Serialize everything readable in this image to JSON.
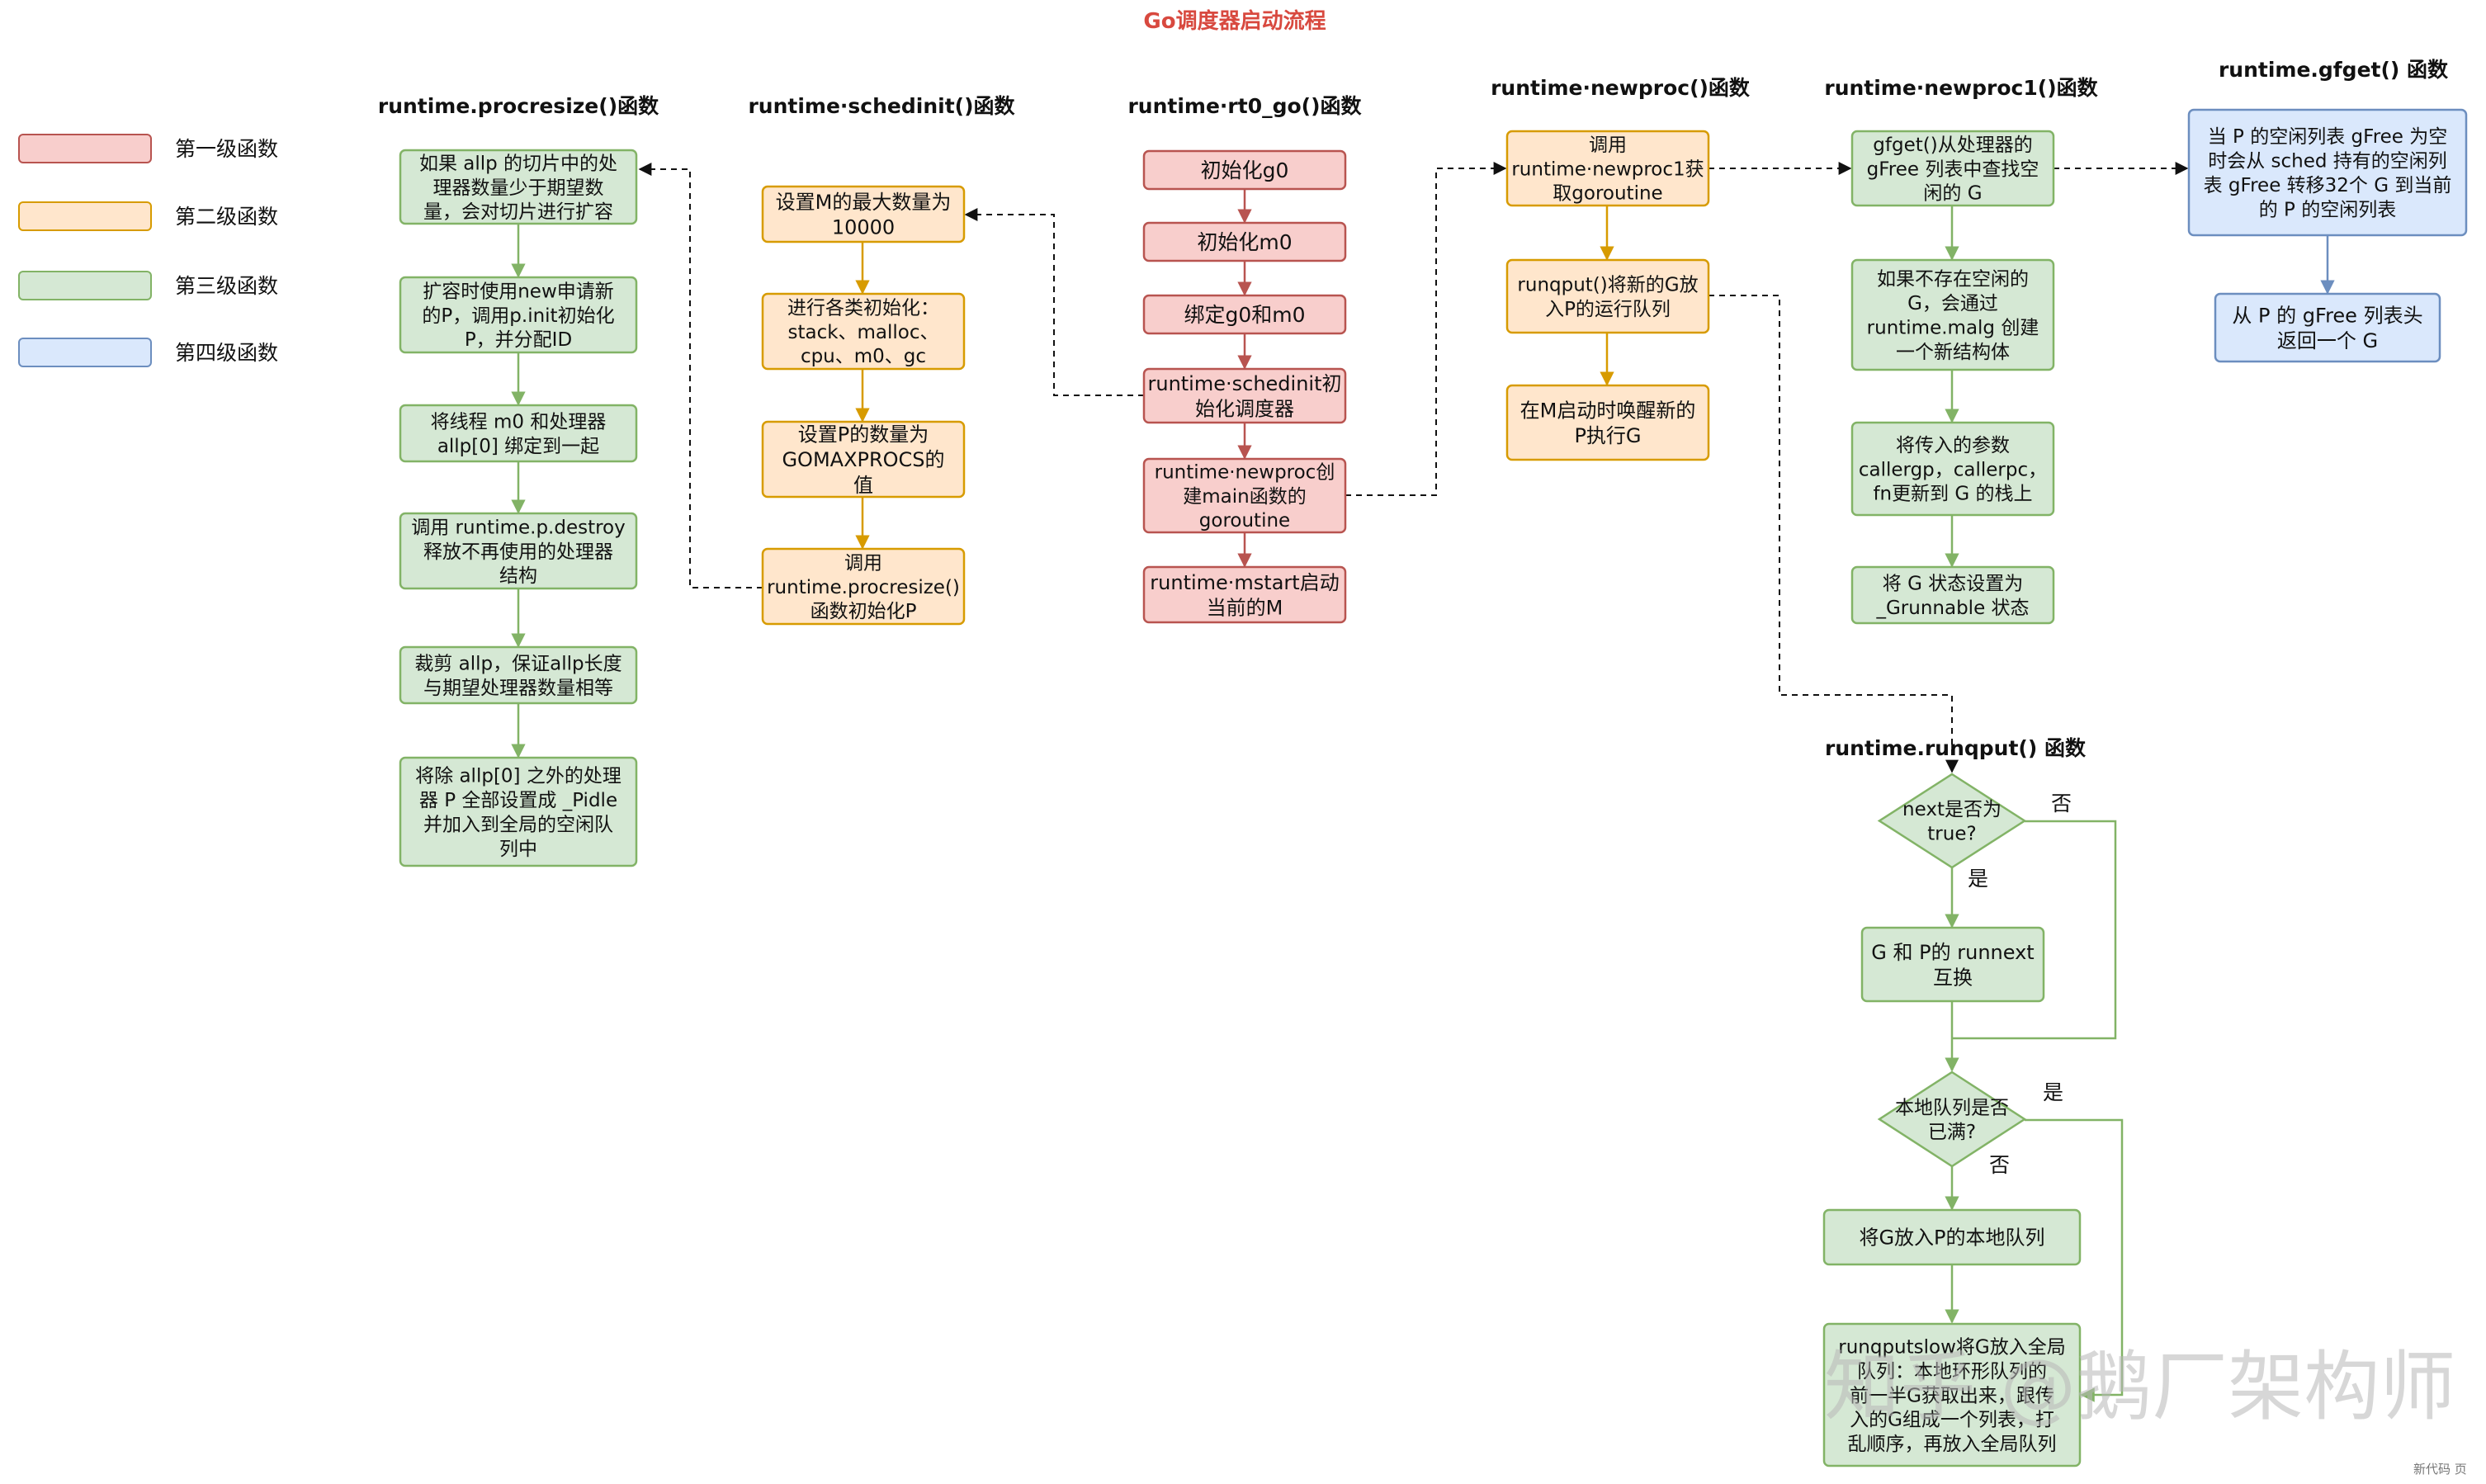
{
  "title": "Go调度器启动流程",
  "colors": {
    "level1_fill": "#f8cecc",
    "level1_stroke": "#b85450",
    "level2_fill": "#ffe6cc",
    "level2_stroke": "#d79b00",
    "level3_fill": "#d5e8d4",
    "level3_stroke": "#82b366",
    "level4_fill": "#dae8fc",
    "level4_stroke": "#6c8ebf",
    "title_color": "#d8493f"
  },
  "legend": [
    {
      "label": "第一级函数",
      "level": "level1"
    },
    {
      "label": "第二级函数",
      "level": "level2"
    },
    {
      "label": "第三级函数",
      "level": "level3"
    },
    {
      "label": "第四级函数",
      "level": "level4"
    }
  ],
  "columns": {
    "procresize": "runtime.procresize()函数",
    "schedinit": "runtime·schedinit()函数",
    "rt0_go": "runtime·rt0_go()函数",
    "newproc": "runtime·newproc()函数",
    "newproc1": "runtime·newproc1()函数",
    "gfget": "runtime.gfget() 函数",
    "runqput": "runtime.runqput() 函数"
  },
  "nodes": {
    "rt0_1": [
      "初始化g0"
    ],
    "rt0_2": [
      "初始化m0"
    ],
    "rt0_3": [
      "绑定g0和m0"
    ],
    "rt0_4": [
      "runtime·schedinit初",
      "始化调度器"
    ],
    "rt0_5": [
      "runtime·newproc创",
      "建main函数的",
      "goroutine"
    ],
    "rt0_6": [
      "runtime·mstart启动",
      "当前的M"
    ],
    "sch_1": [
      "设置M的最大数量为",
      "10000"
    ],
    "sch_2": [
      "进行各类初始化：",
      "stack、malloc、",
      "cpu、m0、gc"
    ],
    "sch_3": [
      "设置P的数量为",
      "GOMAXPROCS的",
      "值"
    ],
    "sch_4": [
      "调用",
      "runtime.procresize()",
      "函数初始化P"
    ],
    "pro_1": [
      "如果 allp 的切片中的处",
      "理器数量少于期望数",
      "量，会对切片进行扩容"
    ],
    "pro_2": [
      "扩容时使用new申请新",
      "的P，调用p.init初始化",
      "P，并分配ID"
    ],
    "pro_3": [
      "将线程 m0 和处理器",
      "allp[0] 绑定到一起"
    ],
    "pro_4": [
      "调用 runtime.p.destroy",
      "释放不再使用的处理器",
      "结构"
    ],
    "pro_5": [
      "裁剪 allp，保证allp长度",
      "与期望处理器数量相等"
    ],
    "pro_6": [
      "将除 allp[0] 之外的处理",
      "器 P 全部设置成 _Pidle",
      "并加入到全局的空闲队",
      "列中"
    ],
    "np_1": [
      "调用",
      "runtime·newproc1获",
      "取goroutine"
    ],
    "np_2": [
      "runqput()将新的G放",
      "入P的运行队列"
    ],
    "np_3": [
      "在M启动时唤醒新的",
      "P执行G"
    ],
    "np1_1": [
      "gfget()从处理器的",
      "gFree 列表中查找空",
      "闲的 G"
    ],
    "np1_2": [
      "如果不存在空闲的",
      "G，会通过",
      "runtime.malg 创建",
      "一个新结构体"
    ],
    "np1_3": [
      "将传入的参数",
      "callergp，callerpc，",
      "fn更新到 G 的栈上"
    ],
    "np1_4": [
      "将 G 状态设置为",
      "_Grunnable 状态"
    ],
    "gf_1": [
      "当 P 的空闲列表 gFree 为空",
      "时会从 sched 持有的空闲列",
      "表 gFree 转移32个 G 到当前",
      "的 P 的空闲列表"
    ],
    "gf_2": [
      "从 P 的 gFree 列表头",
      "返回一个 G"
    ],
    "rq_d1": [
      "next是否为",
      "true?"
    ],
    "rq_1": [
      "G 和 P的 runnext",
      "互换"
    ],
    "rq_d2": [
      "本地队列是否",
      "已满?"
    ],
    "rq_2": [
      "将G放入P的本地队列"
    ],
    "rq_3": [
      "runqputslow将G放入全局",
      "队列：本地环形队列的",
      "前一半G获取出来，跟传",
      "入的G组成一个列表，打",
      "乱顺序，再放入全局队列"
    ]
  },
  "edge_labels": {
    "d1_no": "否",
    "d1_yes": "是",
    "d2_yes": "是",
    "d2_no": "否"
  },
  "watermark": "知乎 @鹅厂架构师",
  "footer": "新代码  页"
}
